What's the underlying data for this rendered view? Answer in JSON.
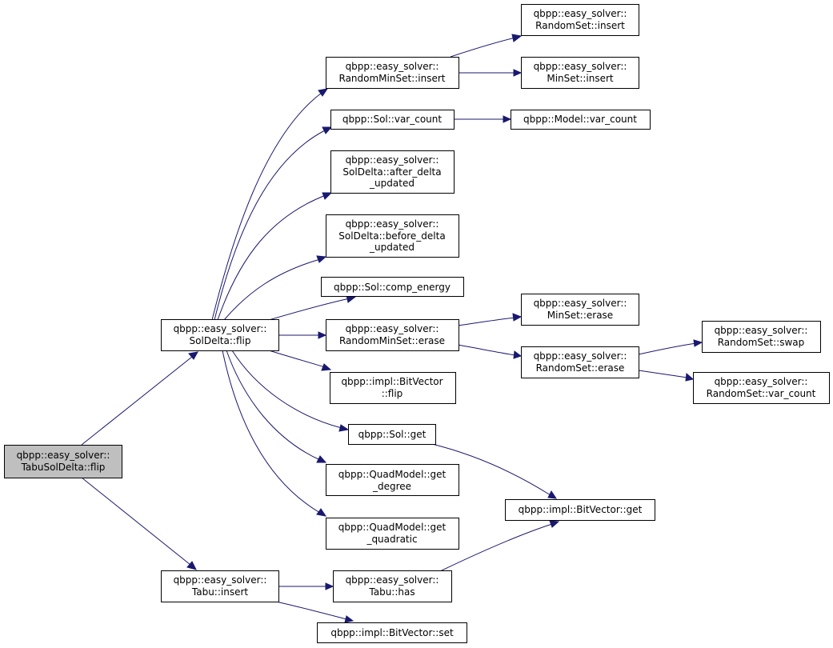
{
  "nodes": {
    "tabu_sol_delta_flip": [
      "qbpp::easy_solver::",
      "TabuSolDelta::flip"
    ],
    "sol_delta_flip": [
      "qbpp::easy_solver::",
      "SolDelta::flip"
    ],
    "tabu_insert": [
      "qbpp::easy_solver::",
      "Tabu::insert"
    ],
    "random_min_set_insert": [
      "qbpp::easy_solver::",
      "RandomMinSet::insert"
    ],
    "sol_var_count": [
      "qbpp::Sol::var_count"
    ],
    "sol_delta_after_delta_updated": [
      "qbpp::easy_solver::",
      "SolDelta::after_delta",
      "_updated"
    ],
    "sol_delta_before_delta_updated": [
      "qbpp::easy_solver::",
      "SolDelta::before_delta",
      "_updated"
    ],
    "sol_comp_energy": [
      "qbpp::Sol::comp_energy"
    ],
    "random_min_set_erase": [
      "qbpp::easy_solver::",
      "RandomMinSet::erase"
    ],
    "bit_vector_flip": [
      "qbpp::impl::BitVector",
      "::flip"
    ],
    "sol_get": [
      "qbpp::Sol::get"
    ],
    "quad_model_get_degree": [
      "qbpp::QuadModel::get",
      "_degree"
    ],
    "quad_model_get_quadratic": [
      "qbpp::QuadModel::get",
      "_quadratic"
    ],
    "tabu_has": [
      "qbpp::easy_solver::",
      "Tabu::has"
    ],
    "bit_vector_set": [
      "qbpp::impl::BitVector::set"
    ],
    "random_set_insert": [
      "qbpp::easy_solver::",
      "RandomSet::insert"
    ],
    "min_set_insert": [
      "qbpp::easy_solver::",
      "MinSet::insert"
    ],
    "model_var_count": [
      "qbpp::Model::var_count"
    ],
    "min_set_erase": [
      "qbpp::easy_solver::",
      "MinSet::erase"
    ],
    "random_set_erase": [
      "qbpp::easy_solver::",
      "RandomSet::erase"
    ],
    "bit_vector_get": [
      "qbpp::impl::BitVector::get"
    ],
    "random_set_swap": [
      "qbpp::easy_solver::",
      "RandomSet::swap"
    ],
    "random_set_var_count": [
      "qbpp::easy_solver::",
      "RandomSet::var_count"
    ]
  },
  "highlighted_node": "tabu_sol_delta_flip",
  "colors": {
    "edge": "#191970",
    "box_border": "#000000",
    "box_fill": "#ffffff",
    "highlight_fill": "#bfbfbf"
  }
}
